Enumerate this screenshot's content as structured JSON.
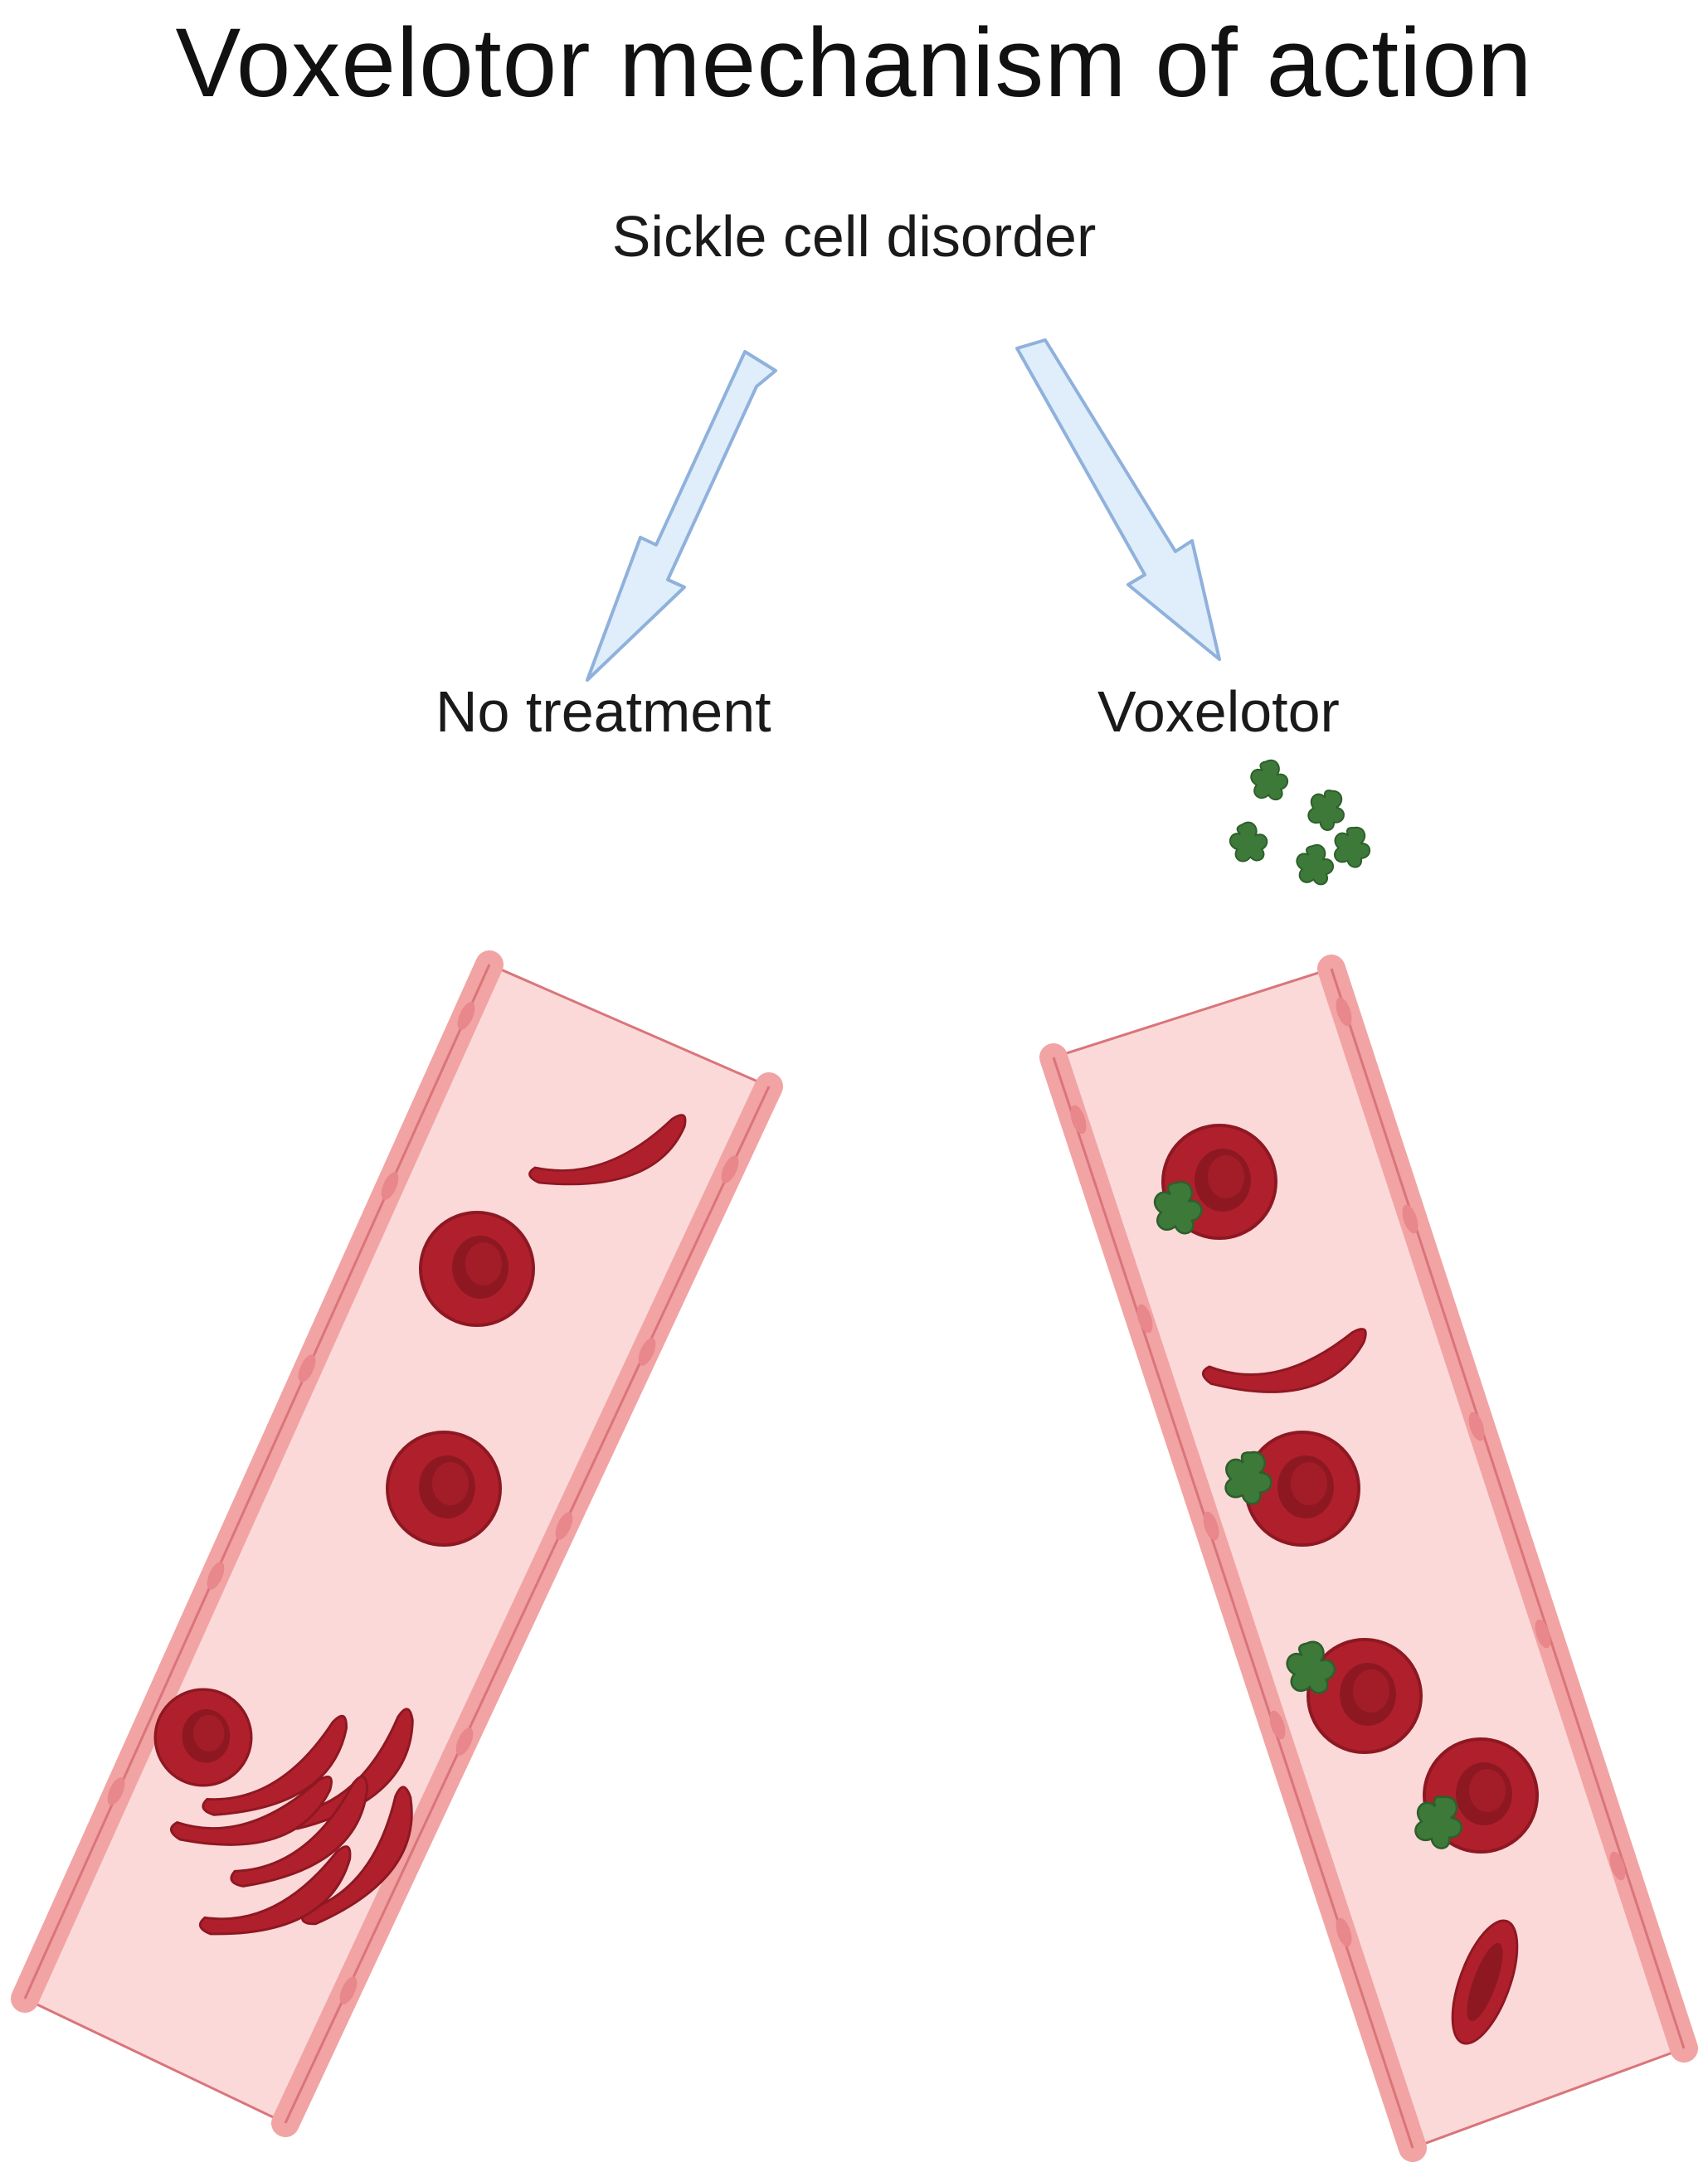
{
  "title": "Voxelotor mechanism of action",
  "labels": {
    "disorder": "Sickle cell disorder",
    "no_treatment": "No treatment",
    "treatment": "Voxelotor"
  },
  "colors": {
    "arrow_fill": "#dfeefa",
    "arrow_stroke": "#8fb1dc",
    "vessel_lumen": "#fbd9d9",
    "vessel_wall": "#f2a3a3",
    "vessel_wall_stroke": "#d9757a",
    "rbc": "#b0202c",
    "rbc_center": "#8e1822",
    "drug": "#3d7a3a"
  }
}
